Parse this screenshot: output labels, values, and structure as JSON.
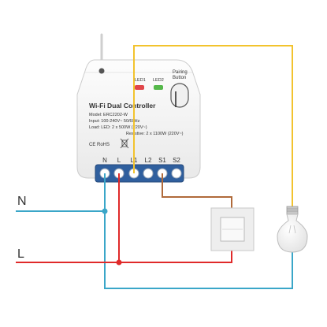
{
  "device": {
    "title": "Wi-Fi Dual Controller",
    "led1_label": "LED1",
    "led2_label": "LED2",
    "pairing_label_1": "Pairing",
    "pairing_label_2": "Button",
    "spec_model": "Model: ERC2202-W",
    "spec_input": "Input: 100-240V~ 50/60Hz",
    "spec_load": "Load: LED: 2 x 500W (220V~)",
    "spec_resistive": "Resistive: 2 x 1100W (220V~)",
    "cert_marks": "CE RoHS",
    "terminals": [
      "N",
      "L",
      "L1",
      "L2",
      "S1",
      "S2"
    ]
  },
  "lines": {
    "neutral_label": "N",
    "live_label": "L"
  },
  "colors": {
    "neutral": "#3aa6c8",
    "live": "#e02a2a",
    "lamp_wire": "#f2c32e",
    "switch_wire": "#b06a3a",
    "terminal_blue": "#2f5f9e",
    "body": "#f7f7f7"
  },
  "icons": {
    "bulb": "light-bulb-icon",
    "switch": "wall-switch-icon"
  }
}
